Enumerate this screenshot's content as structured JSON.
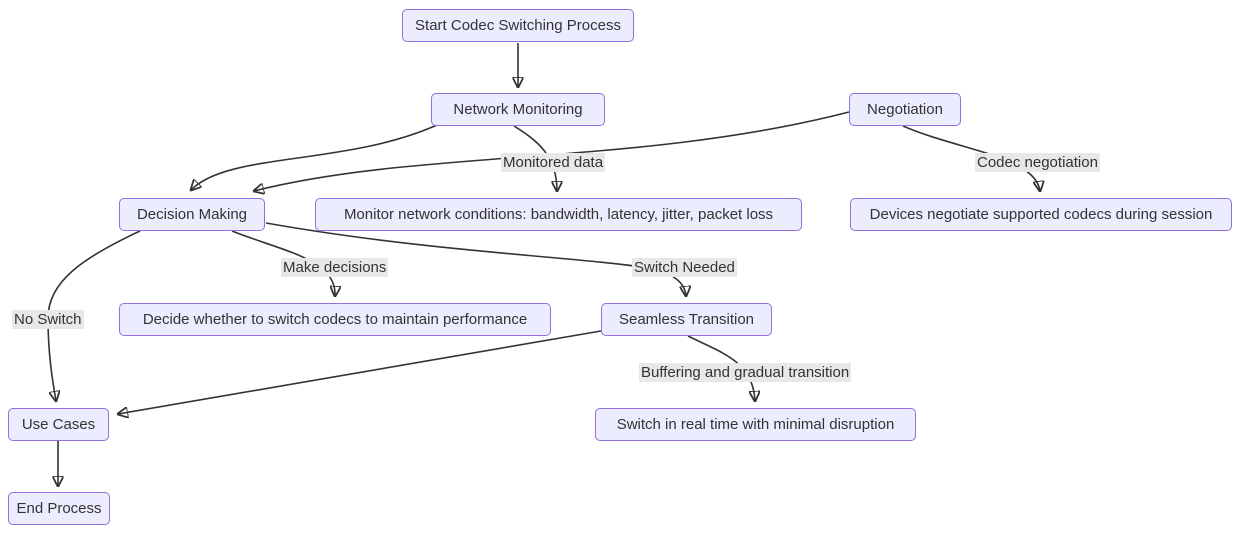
{
  "diagram": {
    "type": "flowchart",
    "colors": {
      "node_fill": "#ECECFF",
      "node_border": "#9370DB",
      "edge_line": "#333333",
      "edge_label_bg": "#e8e8e8",
      "text": "#333333",
      "background": "#ffffff"
    },
    "nodes": {
      "start": {
        "label": "Start Codec Switching Process"
      },
      "network_monitoring": {
        "label": "Network Monitoring"
      },
      "negotiation": {
        "label": "Negotiation"
      },
      "decision_making": {
        "label": "Decision Making"
      },
      "monitor_conditions": {
        "label": "Monitor network conditions: bandwidth, latency, jitter, packet loss"
      },
      "devices_negotiate": {
        "label": "Devices negotiate supported codecs during session"
      },
      "decide_switch": {
        "label": "Decide whether to switch codecs to maintain performance"
      },
      "seamless_transition": {
        "label": "Seamless Transition"
      },
      "use_cases": {
        "label": "Use Cases"
      },
      "switch_real_time": {
        "label": "Switch in real time with minimal disruption"
      },
      "end_process": {
        "label": "End Process"
      }
    },
    "edges": [
      {
        "from": "start",
        "to": "network_monitoring",
        "label": ""
      },
      {
        "from": "network_monitoring",
        "to": "monitor_conditions",
        "label": "Monitored data"
      },
      {
        "from": "network_monitoring",
        "to": "decision_making",
        "label": ""
      },
      {
        "from": "negotiation",
        "to": "decision_making",
        "label": ""
      },
      {
        "from": "negotiation",
        "to": "devices_negotiate",
        "label": "Codec negotiation"
      },
      {
        "from": "decision_making",
        "to": "decide_switch",
        "label": "Make decisions"
      },
      {
        "from": "decision_making",
        "to": "seamless_transition",
        "label": "Switch Needed"
      },
      {
        "from": "decision_making",
        "to": "use_cases",
        "label": "No Switch"
      },
      {
        "from": "seamless_transition",
        "to": "switch_real_time",
        "label": "Buffering and gradual transition"
      },
      {
        "from": "seamless_transition",
        "to": "use_cases",
        "label": ""
      },
      {
        "from": "use_cases",
        "to": "end_process",
        "label": ""
      }
    ]
  }
}
